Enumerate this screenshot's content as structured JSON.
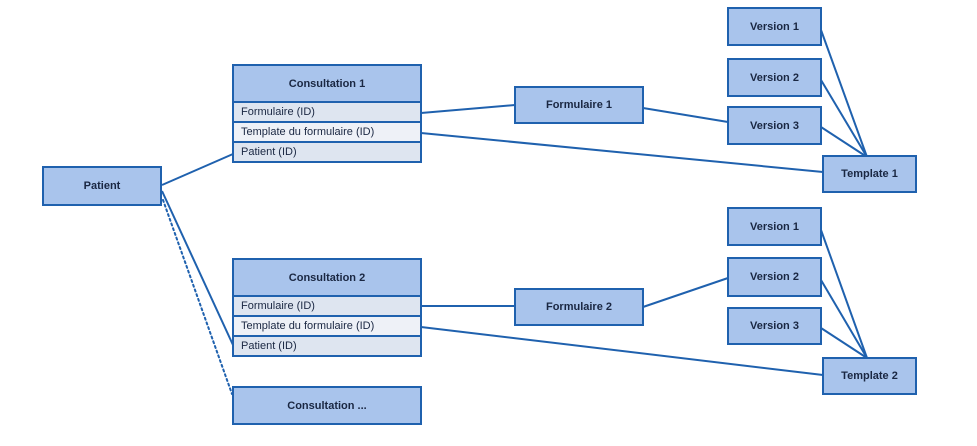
{
  "colors": {
    "canvas_bg": "#ffffff",
    "box_fill": "#a9c4ec",
    "box_border": "#1f61ae",
    "line": "#1f61ae",
    "row_odd": "#dee5f0",
    "row_even": "#eef1f7",
    "text": "#1a2742"
  },
  "nodes": {
    "patient": {
      "label": "Patient"
    },
    "consultation1": {
      "title": "Consultation 1",
      "rows": [
        "Formulaire (ID)",
        "Template du formulaire (ID)",
        "Patient (ID)"
      ]
    },
    "consultation2": {
      "title": "Consultation 2",
      "rows": [
        "Formulaire (ID)",
        "Template du formulaire (ID)",
        "Patient (ID)"
      ]
    },
    "consultation_more": {
      "label": "Consultation ..."
    },
    "formulaire1": {
      "label": "Formulaire 1"
    },
    "formulaire2": {
      "label": "Formulaire 2"
    },
    "cluster1": {
      "versions": [
        "Version 1",
        "Version 2",
        "Version 3"
      ],
      "template": "Template 1"
    },
    "cluster2": {
      "versions": [
        "Version 1",
        "Version 2",
        "Version 3"
      ],
      "template": "Template 2"
    }
  }
}
